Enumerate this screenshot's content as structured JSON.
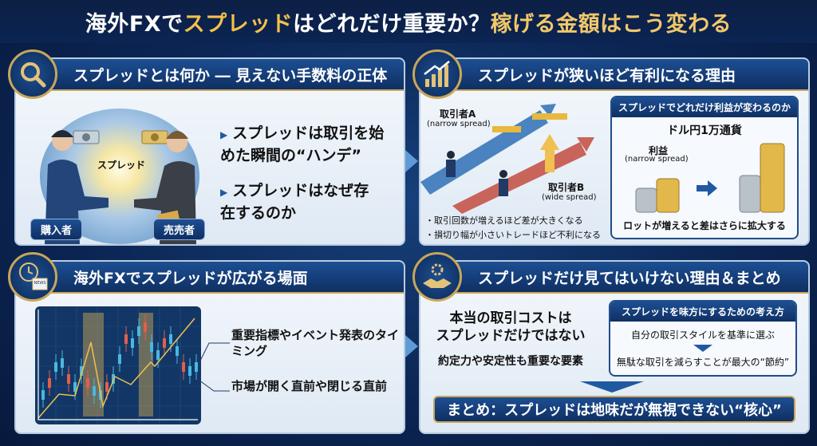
{
  "title": {
    "part1": "海外FXで",
    "part2": "スプレッド",
    "part3": "はどれだけ重要か？",
    "part4": "稼げる金額はこう変わる"
  },
  "panel1": {
    "heading": "スプレッドとは何か ― 見えない手数料の正体",
    "icon": "magnifier-icon",
    "illustration_label": "スプレッド",
    "buyer_label": "購入者",
    "seller_label": "売売者",
    "bullets": [
      "スプレッドは取引を始めた瞬間の“ハンデ”",
      "スプレッドはなぜ存在するのか"
    ]
  },
  "panel2": {
    "heading": "スプレッドが狭いほど有利になる理由",
    "icon": "growth-chart-icon",
    "trader_a": "取引者A",
    "trader_a_sub": "(narrow spread)",
    "trader_b": "取引者B",
    "trader_b_sub": "(wide spread)",
    "bullets": [
      "取引回数が増えるほど差が大きくなる",
      "損切り幅が小さいトレードほど不利になる"
    ],
    "box": {
      "heading": "スプレッドでどれだけ利益が変わるのか",
      "unit": "ドル円1万通貨",
      "profit_label": "利益",
      "profit_sub": "(narrow spread)",
      "footer": "ロットが増えると差はさらに拡大する"
    }
  },
  "panel3": {
    "heading": "海外FXでスプレッドが広がる場面",
    "icon": "clock-news-icon",
    "icon_text": "NEWS",
    "callouts": [
      "重要指標やイベント発表のタイミング",
      "市場が開く直前や閉じる直前"
    ]
  },
  "panel4": {
    "heading": "スプレッドだけ見てはいけない理由＆まとめ",
    "icon": "handshake-gear-icon",
    "main_line1": "本当の取引コストは",
    "main_line2": "スプレッドだけではない",
    "sub_line": "約定力や安定性も重要な要素",
    "box": {
      "heading": "スプレッドを味方にするための考え方",
      "step1": "自分の取引スタイルを基準に選ぶ",
      "step2": "無駄な取引を減らすことが最大の“節約”"
    },
    "summary": "まとめ：スプレッドは地味だが無視できない“核心”"
  },
  "colors": {
    "navy": "#0b2452",
    "gold": "#f3c04a",
    "accent": "#1f5aa0"
  }
}
